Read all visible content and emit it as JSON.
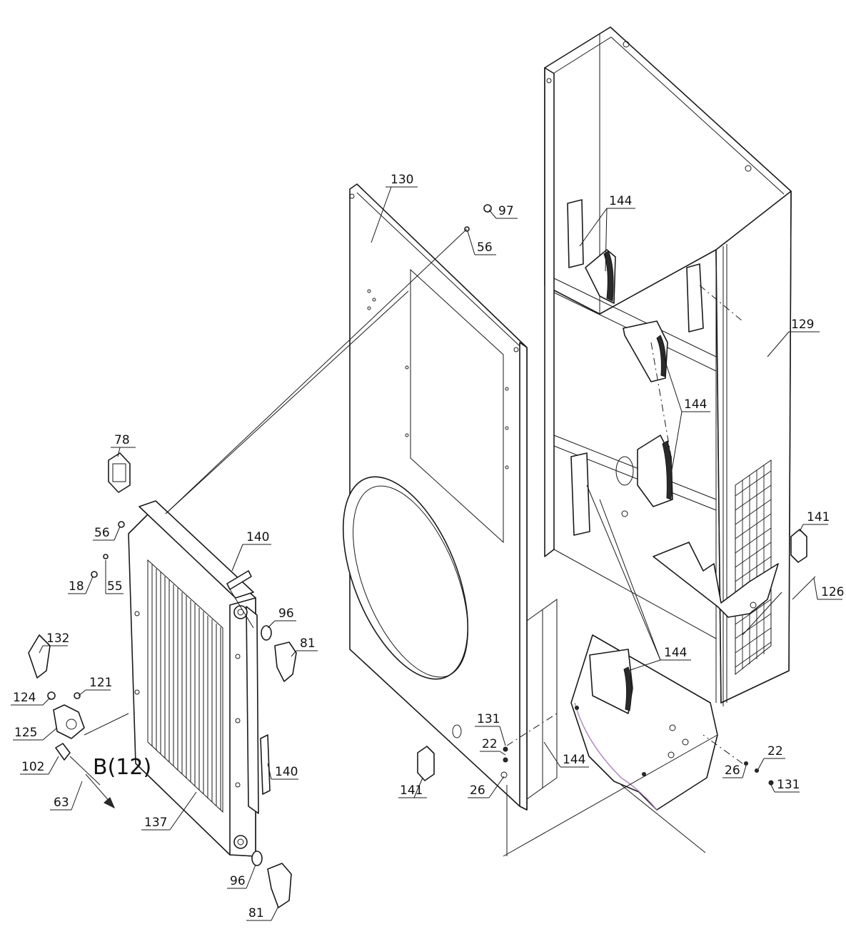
{
  "callouts": [
    {
      "id": "c130",
      "label": "130"
    },
    {
      "id": "c97",
      "label": "97"
    },
    {
      "id": "c56a",
      "label": "56"
    },
    {
      "id": "c144a",
      "label": "144"
    },
    {
      "id": "c129",
      "label": "129"
    },
    {
      "id": "c144b",
      "label": "144"
    },
    {
      "id": "c78",
      "label": "78"
    },
    {
      "id": "c56b",
      "label": "56"
    },
    {
      "id": "c140a",
      "label": "140"
    },
    {
      "id": "c18",
      "label": "18"
    },
    {
      "id": "c55",
      "label": "55"
    },
    {
      "id": "c96a",
      "label": "96"
    },
    {
      "id": "c81a",
      "label": "81"
    },
    {
      "id": "c141a",
      "label": "141"
    },
    {
      "id": "c126",
      "label": "126"
    },
    {
      "id": "c132",
      "label": "132"
    },
    {
      "id": "c121",
      "label": "121"
    },
    {
      "id": "c124",
      "label": "124"
    },
    {
      "id": "c125",
      "label": "125"
    },
    {
      "id": "c144c",
      "label": "144"
    },
    {
      "id": "c131a",
      "label": "131"
    },
    {
      "id": "c22a",
      "label": "22"
    },
    {
      "id": "c22b",
      "label": "22"
    },
    {
      "id": "c26b",
      "label": "26"
    },
    {
      "id": "c131b",
      "label": "131"
    },
    {
      "id": "c102",
      "label": "102"
    },
    {
      "id": "c140b",
      "label": "140"
    },
    {
      "id": "c63",
      "label": "63"
    },
    {
      "id": "c137",
      "label": "137"
    },
    {
      "id": "c141b",
      "label": "141"
    },
    {
      "id": "c26a",
      "label": "26"
    },
    {
      "id": "c144d",
      "label": "144"
    },
    {
      "id": "c96b",
      "label": "96"
    },
    {
      "id": "c81b",
      "label": "81"
    }
  ],
  "view_label": "B(12)"
}
